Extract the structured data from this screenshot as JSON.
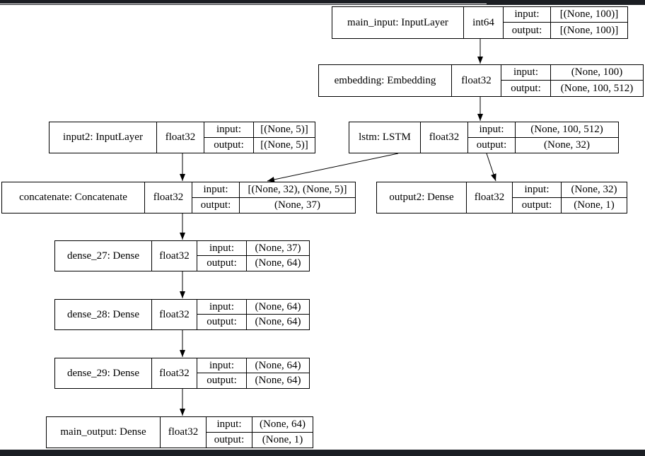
{
  "diagram": {
    "kind": "keras-model-plot",
    "row_labels": {
      "input": "input:",
      "output": "output:"
    },
    "colors": {
      "background": "#ffffff",
      "line": "#000000",
      "bar": "#1b1e23"
    },
    "nodes": [
      {
        "id": "main_input",
        "label": "main_input: InputLayer",
        "dtype": "int64",
        "input": "[(None, 100)]",
        "output": "[(None, 100)]"
      },
      {
        "id": "embedding",
        "label": "embedding: Embedding",
        "dtype": "float32",
        "input": "(None, 100)",
        "output": "(None, 100, 512)"
      },
      {
        "id": "input2",
        "label": "input2: InputLayer",
        "dtype": "float32",
        "input": "[(None, 5)]",
        "output": "[(None, 5)]"
      },
      {
        "id": "lstm",
        "label": "lstm: LSTM",
        "dtype": "float32",
        "input": "(None, 100, 512)",
        "output": "(None, 32)"
      },
      {
        "id": "concatenate",
        "label": "concatenate: Concatenate",
        "dtype": "float32",
        "input": "[(None, 32), (None, 5)]",
        "output": "(None, 37)"
      },
      {
        "id": "output2",
        "label": "output2: Dense",
        "dtype": "float32",
        "input": "(None, 32)",
        "output": "(None, 1)"
      },
      {
        "id": "dense_27",
        "label": "dense_27: Dense",
        "dtype": "float32",
        "input": "(None, 37)",
        "output": "(None, 64)"
      },
      {
        "id": "dense_28",
        "label": "dense_28: Dense",
        "dtype": "float32",
        "input": "(None, 64)",
        "output": "(None, 64)"
      },
      {
        "id": "dense_29",
        "label": "dense_29: Dense",
        "dtype": "float32",
        "input": "(None, 64)",
        "output": "(None, 64)"
      },
      {
        "id": "main_output",
        "label": "main_output: Dense",
        "dtype": "float32",
        "input": "(None, 64)",
        "output": "(None, 1)"
      }
    ],
    "edges": [
      {
        "from": "main_input",
        "to": "embedding"
      },
      {
        "from": "embedding",
        "to": "lstm"
      },
      {
        "from": "input2",
        "to": "concatenate"
      },
      {
        "from": "lstm",
        "to": "concatenate"
      },
      {
        "from": "lstm",
        "to": "output2"
      },
      {
        "from": "concatenate",
        "to": "dense_27"
      },
      {
        "from": "dense_27",
        "to": "dense_28"
      },
      {
        "from": "dense_28",
        "to": "dense_29"
      },
      {
        "from": "dense_29",
        "to": "main_output"
      }
    ]
  }
}
